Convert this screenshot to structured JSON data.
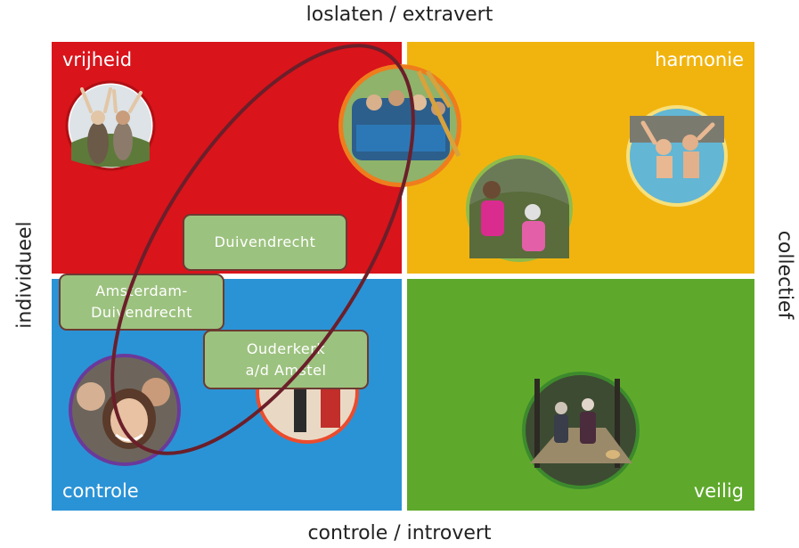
{
  "axes": {
    "top": "loslaten / extravert",
    "bottom": "controle / introvert",
    "left": "individueel",
    "right": "collectief"
  },
  "quadrants": {
    "top_left": "vrijheid",
    "top_right": "harmonie",
    "bottom_left": "controle",
    "bottom_right": "veilig"
  },
  "locations": [
    {
      "lines": [
        "Duivendrecht"
      ]
    },
    {
      "lines": [
        "Amsterdam-",
        "Duivendrecht"
      ]
    },
    {
      "lines": [
        "Ouderkerk",
        "a/d Amstel"
      ]
    }
  ],
  "colors": {
    "red": "#d9141b",
    "yellow": "#f1b40f",
    "blue": "#2a93d6",
    "green": "#5ea92b",
    "tag_fill": "#9cc27f",
    "ellipse": "#6b1f2a"
  }
}
